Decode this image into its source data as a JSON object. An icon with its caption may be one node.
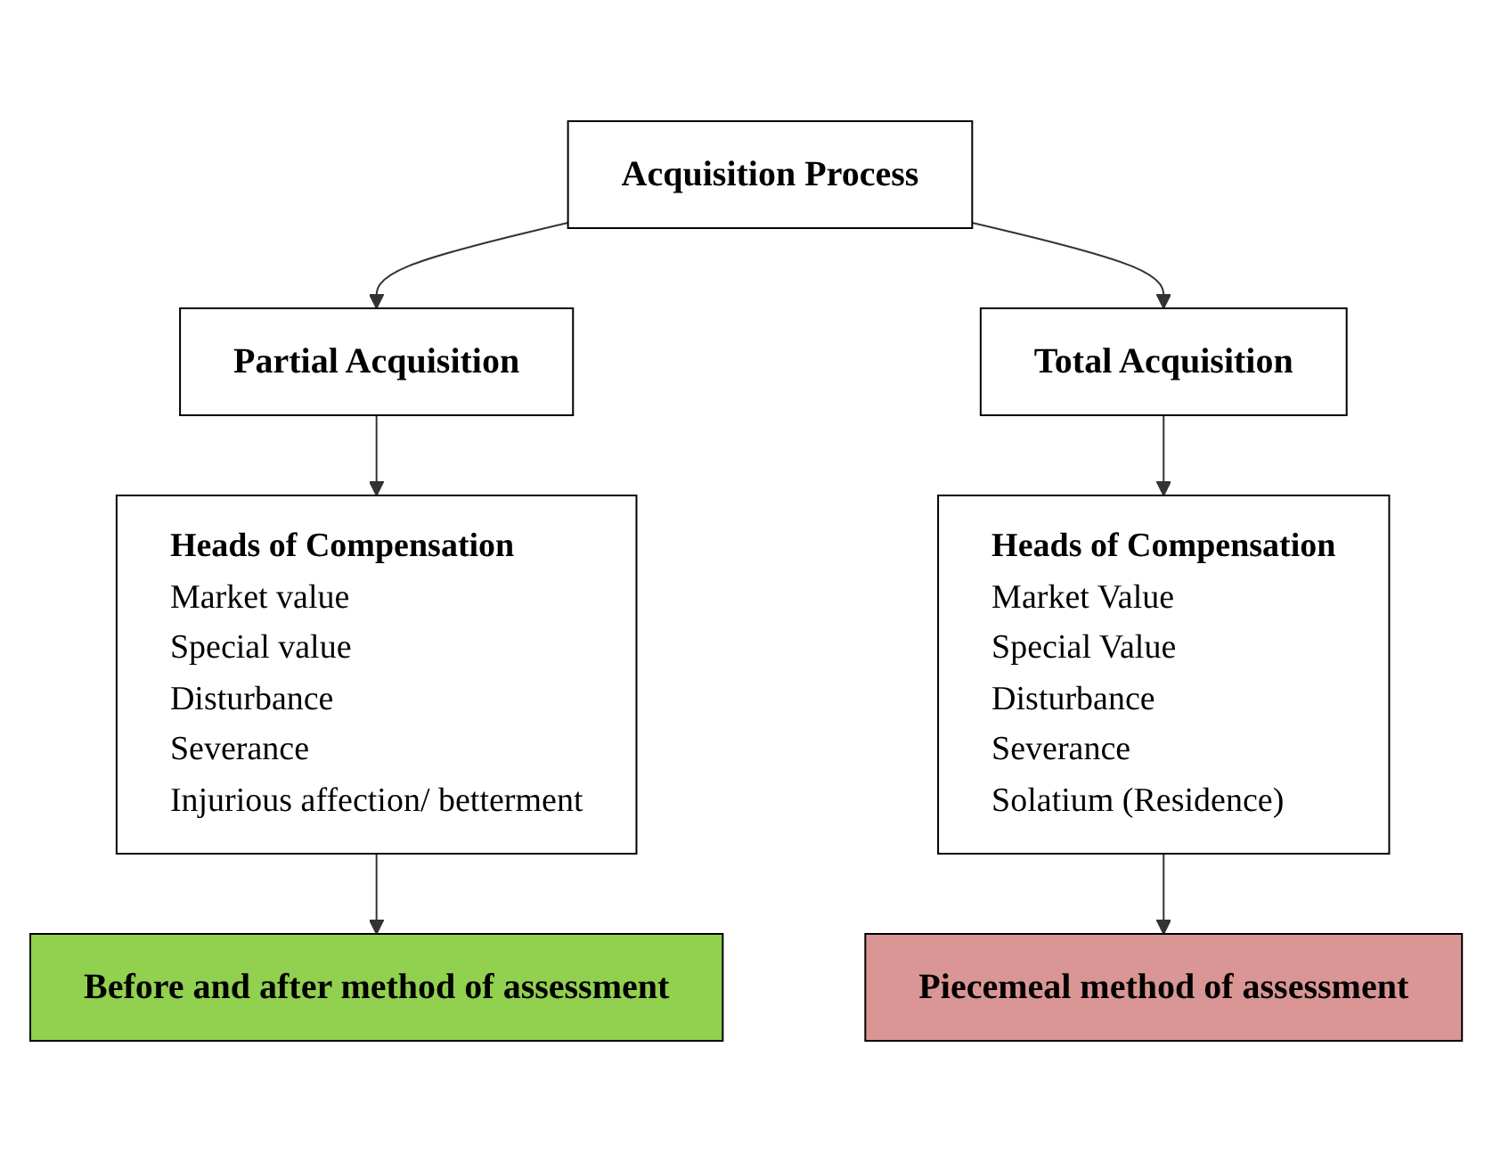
{
  "diagram": {
    "nodes": [
      {
        "text": [
          "Acquisition Process"
        ]
      },
      {
        "text": [
          "Partial Acquisition"
        ]
      },
      {
        "text": [
          "Total Acquisition"
        ]
      },
      {
        "text": [
          "Heads of Compensation",
          "Market value",
          "Special value",
          "Disturbance",
          "Severance",
          "Injurious affection/ betterment"
        ]
      },
      {
        "text": [
          "Heads of Compensation",
          "Market Value",
          "Special Value",
          "Disturbance",
          "Severance",
          "Solatium (Residence)"
        ]
      },
      {
        "text": [
          "Before and after method of assessment"
        ]
      },
      {
        "text": [
          "Piecemeal method of assessment"
        ]
      }
    ],
    "edges": [
      {
        "from": 0,
        "to": 1,
        "arrow": "to"
      },
      {
        "from": 0,
        "to": 2,
        "arrow": "to"
      },
      {
        "from": 1,
        "to": 3,
        "arrow": "to"
      },
      {
        "from": 2,
        "to": 4,
        "arrow": "to"
      },
      {
        "from": 3,
        "to": 5,
        "arrow": "to"
      },
      {
        "from": 4,
        "to": 6,
        "arrow": "to"
      }
    ]
  }
}
